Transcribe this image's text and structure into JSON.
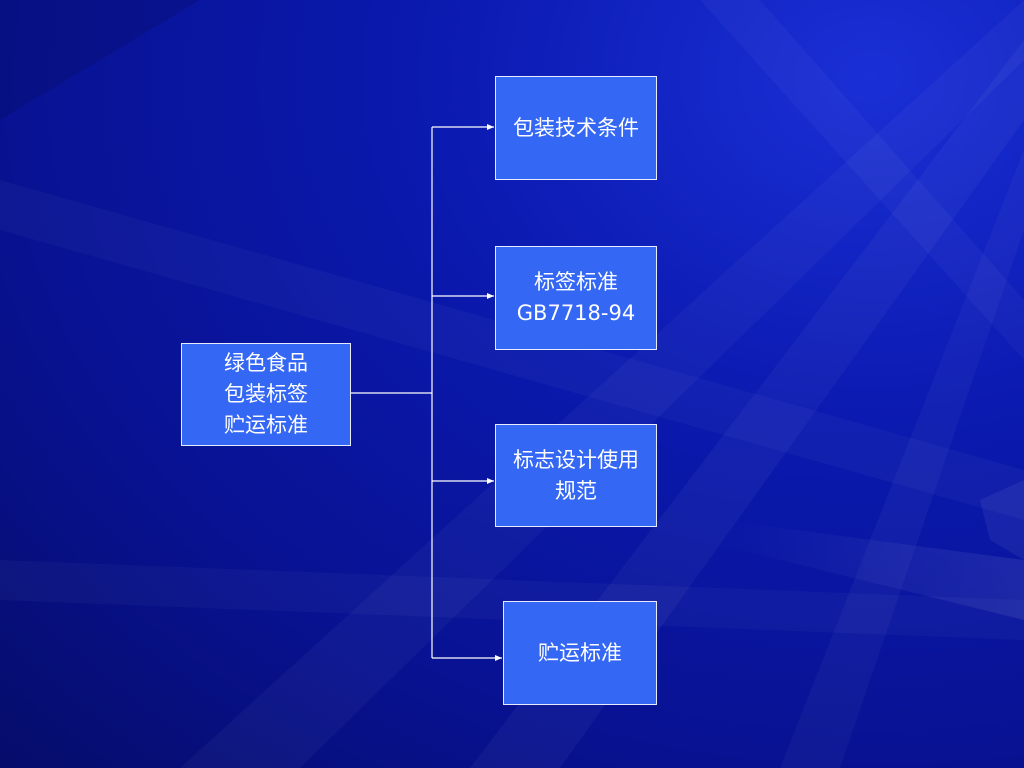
{
  "diagram": {
    "root": {
      "lines": [
        "绿色食品",
        "包装标签",
        "贮运标准"
      ]
    },
    "children": [
      {
        "lines": [
          "包装技术条件"
        ]
      },
      {
        "lines": [
          "标签标准",
          "GB7718-94"
        ]
      },
      {
        "lines": [
          "标志设计使用",
          "规范"
        ]
      },
      {
        "lines": [
          "贮运标准"
        ]
      }
    ]
  },
  "colors": {
    "background": "#0b1ab0",
    "box_fill": "#3567f5",
    "box_border": "#e8ecff",
    "connector": "#ffffff",
    "text": "#ffffff"
  }
}
